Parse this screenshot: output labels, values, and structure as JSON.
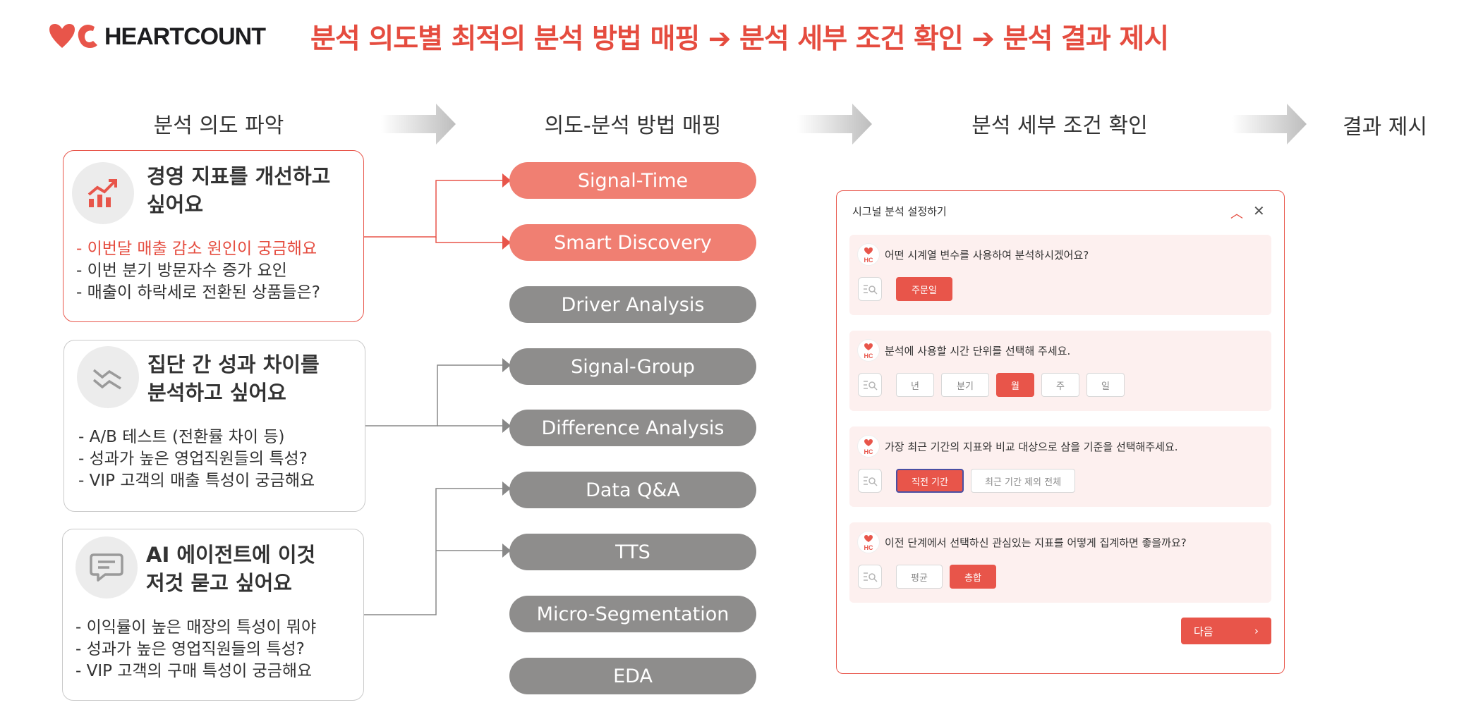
{
  "header": {
    "brand": "HEARTCOUNT",
    "title": "분석 의도별 최적의 분석 방법 매핑 ➔ 분석 세부 조건 확인 ➔ 분석 결과 제시"
  },
  "columns": [
    "분석 의도 파악",
    "의도-분석 방법 매핑",
    "분석 세부 조건 확인",
    "결과 제시"
  ],
  "intents": [
    {
      "title_line1": "경영 지표를 개선하고",
      "title_line2": "싶어요",
      "icon": "trend-chart-icon",
      "items": [
        "이번달 매출 감소 원인이 궁금해요",
        "이번 분기 방문자수 증가 요인",
        "매출이 하락세로 전환된 상품들은?"
      ]
    },
    {
      "title_line1": "집단 간 성과 차이를",
      "title_line2": "분석하고 싶어요",
      "icon": "wave-lines-icon",
      "items": [
        "A/B 테스트 (전환률 차이 등)",
        "성과가 높은 영업직원들의 특성?",
        "VIP 고객의 매출 특성이 궁금해요"
      ]
    },
    {
      "title_line1": "AI 에이전트에 이것",
      "title_line2": "저것 묻고 싶어요",
      "icon": "chat-bubble-icon",
      "items": [
        "이익률이 높은 매장의 특성이 뭐야",
        "성과가 높은 영업직원들의 특성?",
        "VIP 고객의 구매 특성이 궁금해요"
      ]
    }
  ],
  "methods": [
    "Signal-Time",
    "Smart Discovery",
    "Driver Analysis",
    "Signal-Group",
    "Difference Analysis",
    "Data Q&A",
    "TTS",
    "Micro-Segmentation",
    "EDA"
  ],
  "panel": {
    "title": "시그널 분석 설정하기",
    "questions": [
      {
        "text": "어떤 시계열 변수를 사용하여 분석하시겠어요?",
        "options": [
          "주문일"
        ]
      },
      {
        "text": "분석에 사용할 시간 단위를 선택해 주세요.",
        "options": [
          "년",
          "분기",
          "월",
          "주",
          "일"
        ]
      },
      {
        "text": "가장 최근 기간의 지표와 비교 대상으로 삼을 기준을 선택해주세요.",
        "options": [
          "직전 기간",
          "최근 기간 제외 전체"
        ]
      },
      {
        "text": "이전 단계에서 선택하신 관심있는 지표를 어떻게 집계하면 좋을까요?",
        "options": [
          "평균",
          "총합"
        ]
      }
    ],
    "next_label": "다음",
    "logo_text": "HC"
  },
  "colors": {
    "accent": "#e54c3f",
    "pill_active": "#f07f72",
    "pill_inactive": "#8e8d8c"
  }
}
